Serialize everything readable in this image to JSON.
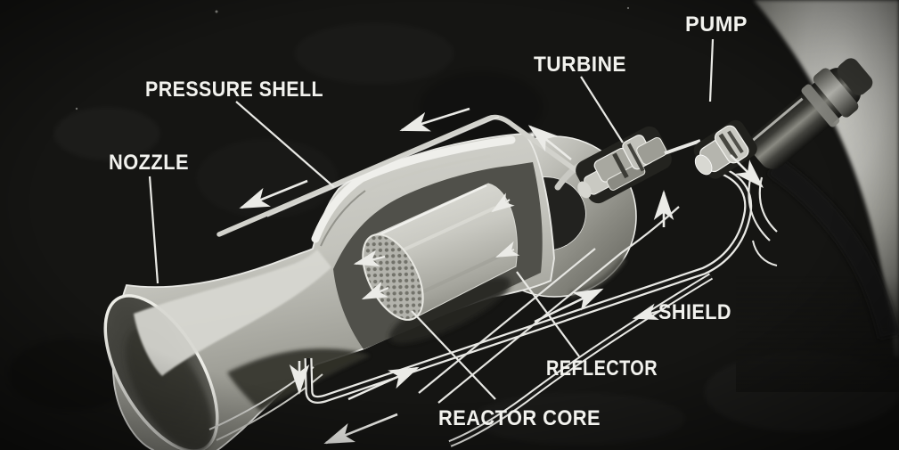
{
  "figure": {
    "background": "#151513",
    "label_color": "#f2f2ee",
    "line_color": "#e8e8e4",
    "metal_light": "#d8d8d2",
    "metal_mid": "#a9a9a2",
    "metal_dark": "#3a3a36"
  },
  "labels": {
    "pressure_shell": "PRESSURE SHELL",
    "nozzle": "NOZZLE",
    "turbine": "TURBINE",
    "pump": "PUMP",
    "shield": "SHIELD",
    "reflector": "REFLECTOR",
    "reactor_core": "REACTOR CORE"
  }
}
